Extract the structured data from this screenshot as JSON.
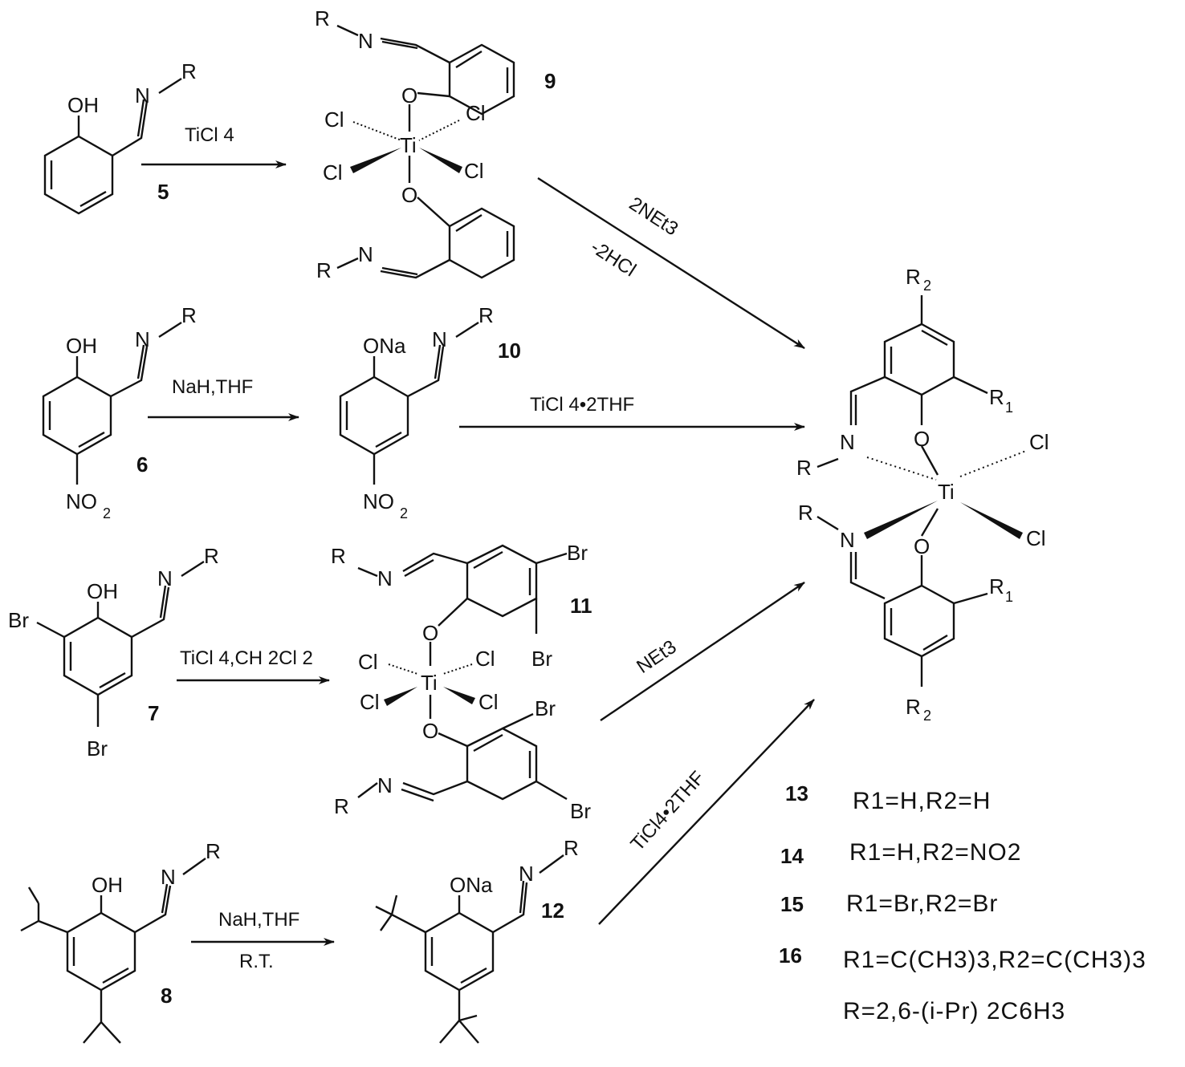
{
  "atoms": {
    "R": "R",
    "N": "N",
    "O": "O",
    "OH": "OH",
    "ONa": "ONa",
    "Cl": "Cl",
    "Ti": "Ti",
    "Br": "Br",
    "NO2_main": "NO",
    "NO2_sub": "2",
    "R1": "R",
    "R1_sub": "1",
    "R2": "R",
    "R2_sub": "2"
  },
  "compounds": {
    "c5": "5",
    "c6": "6",
    "c7": "7",
    "c8": "8",
    "c9": "9",
    "c10": "10",
    "c11": "11",
    "c12": "12"
  },
  "conditions": {
    "ticl4": "TiCl 4",
    "nah_thf_1": "NaH,THF",
    "ticl4_ch2cl2": "TiCl 4,CH 2Cl 2",
    "nah_thf_2": "NaH,THF",
    "rt": "R.T.",
    "ticl4_2thf_h": "TiCl 4•2THF",
    "net3_2": "2NEt3",
    "minus_2hcl": "-2HCl",
    "net3": "NEt3",
    "ticl4_2thf_d": "TiCl4•2THF"
  },
  "legend": [
    {
      "id": "13",
      "text": "R1=H,R2=H"
    },
    {
      "id": "14",
      "text": "R1=H,R2=NO2"
    },
    {
      "id": "15",
      "text": "R1=Br,R2=Br"
    },
    {
      "id": "16",
      "text": "R1=C(CH3)3,R2=C(CH3)3"
    }
  ],
  "r_definition": "R=2,6-(i-Pr) 2C6H3"
}
